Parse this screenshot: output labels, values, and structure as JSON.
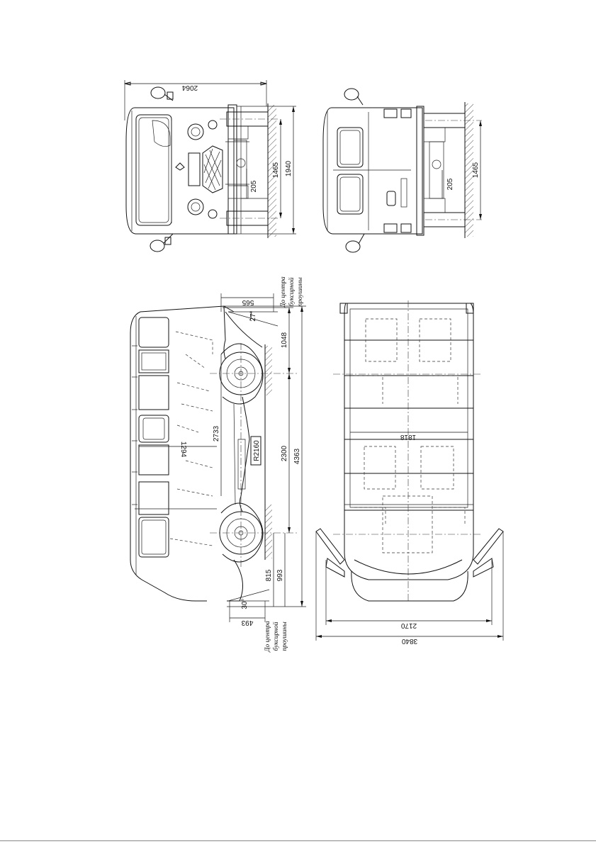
{
  "dimensions": {
    "front_overall_width": "2064",
    "front_track": "1465",
    "front_height": "1940",
    "front_ground_clearance": "205",
    "rear_track": "1465",
    "rear_ground_clearance": "205",
    "side_front_overhang": "565",
    "side_approach_angle": "27°",
    "side_front_height": "1048",
    "side_wheelbase": "2300",
    "side_overall_length": "4363",
    "side_interior_length": "2733",
    "side_interior_width": "1294",
    "side_turn_radius": "R2160",
    "side_rear_height_1": "815",
    "side_rear_height_2": "993",
    "side_departure_angle": "30°",
    "side_rear_overhang": "493",
    "plan_interior_width": "1818",
    "plan_door_width": "2170",
    "plan_overall_width_doors": "3840"
  },
  "notes": {
    "front_tow_line1": "До центра",
    "front_tow_line2": "буксирной",
    "front_tow_line3": "проушины",
    "rear_tow_line1": "До центра",
    "rear_tow_line2": "буксирной",
    "rear_tow_line3": "проушины"
  }
}
